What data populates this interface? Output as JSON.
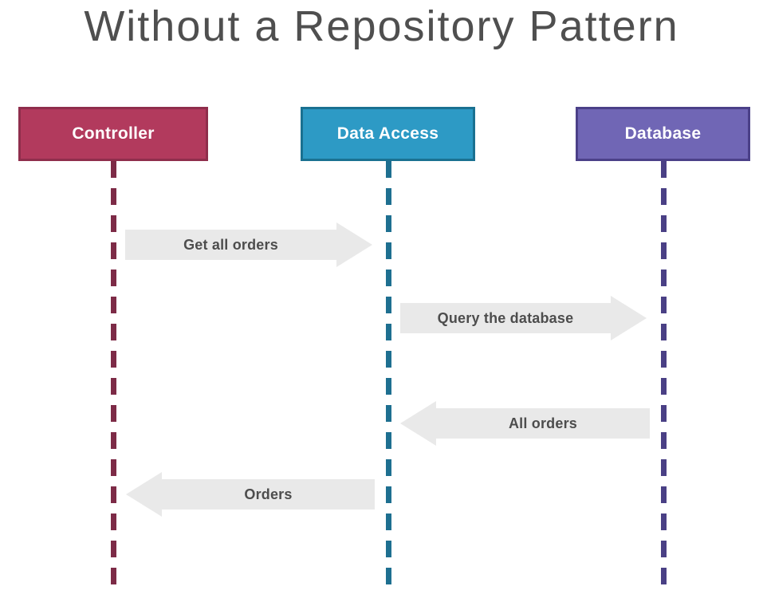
{
  "title": "Without a Repository Pattern",
  "diagram_type": "sequence-diagram",
  "colors": {
    "background": "#ffffff",
    "title_text": "#4f4f4f",
    "arrow_fill": "#e9e9e9",
    "arrow_label_text": "#4d4d4d",
    "actor_label_text": "#ffffff",
    "controller_fill": "#b23a5d",
    "controller_border": "#8f2e4c",
    "controller_lifeline": "#7d2b47",
    "data_access_fill": "#2d9ac5",
    "data_access_border": "#1a7191",
    "data_access_lifeline": "#1e6f90",
    "database_fill": "#7066b5",
    "database_border": "#4b4088",
    "database_lifeline": "#4a4085"
  },
  "actors": [
    {
      "id": "controller",
      "label": "Controller"
    },
    {
      "id": "data-access",
      "label": "Data Access"
    },
    {
      "id": "database",
      "label": "Database"
    }
  ],
  "messages": [
    {
      "label": "Get all orders",
      "from": "controller",
      "to": "data-access",
      "direction": "right"
    },
    {
      "label": "Query the database",
      "from": "data-access",
      "to": "database",
      "direction": "right"
    },
    {
      "label": "All orders",
      "from": "database",
      "to": "data-access",
      "direction": "left"
    },
    {
      "label": "Orders",
      "from": "data-access",
      "to": "controller",
      "direction": "left"
    }
  ]
}
